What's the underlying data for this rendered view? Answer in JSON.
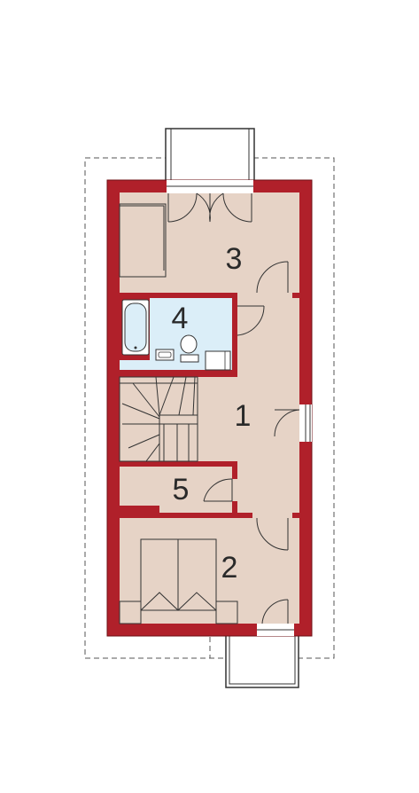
{
  "plan": {
    "rooms": [
      {
        "id": "1",
        "label": "1"
      },
      {
        "id": "2",
        "label": "2"
      },
      {
        "id": "3",
        "label": "3"
      },
      {
        "id": "4",
        "label": "4"
      },
      {
        "id": "5",
        "label": "5"
      }
    ]
  },
  "colors": {
    "wall": "#b0202a",
    "wall_edge": "#6e1016",
    "floor": "#e6d3c6",
    "bathroom": "#dbeef8",
    "line": "#333333",
    "dashed": "#555555",
    "background": "#ffffff"
  }
}
